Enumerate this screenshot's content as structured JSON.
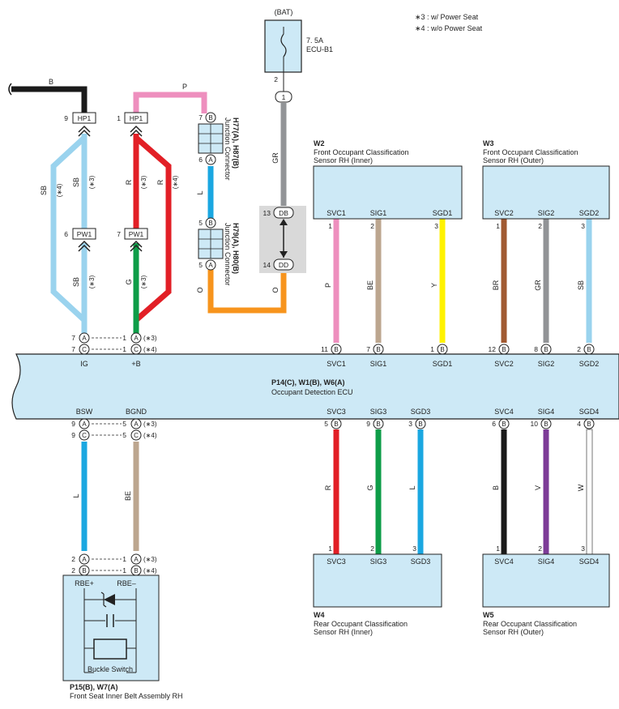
{
  "notes": [
    "∗3 : w/ Power Seat",
    "∗4 : w/o Power Seat"
  ],
  "bat": {
    "label": "(BAT)",
    "fuse_amp": "7. 5A",
    "fuse_name": "ECU-B1",
    "pin_top": "2",
    "pin_conn": "1"
  },
  "hp1": {
    "left_pin": "9",
    "right_pin": "1",
    "label": "HP1"
  },
  "pw1": {
    "left_pin": "6",
    "right_pin": "7",
    "label": "PW1"
  },
  "wires": {
    "B": "B",
    "P": "P",
    "SB": "SB",
    "R": "R",
    "G": "G",
    "L": "L",
    "O": "O",
    "GR": "GR",
    "BE": "BE",
    "Y": "Y",
    "BR": "BR",
    "V": "V",
    "W": "W"
  },
  "marks": {
    "s3": "(∗3)",
    "s4": "(∗4)"
  },
  "jc1": {
    "name": "H77(A), H87(B)",
    "desc": "Junction Connector",
    "pin_top": "7",
    "pin_top_c": "B",
    "pin_bot": "6",
    "pin_bot_c": "A"
  },
  "jc2": {
    "name": "H79(A), H80(B)",
    "desc": "Junction Connector",
    "pin_top": "5",
    "pin_top_c": "B",
    "pin_bot": "5",
    "pin_bot_c": "A"
  },
  "db_conn": {
    "top_pin": "13",
    "top_label": "DB",
    "bot_pin": "14",
    "bot_label": "DD"
  },
  "ecu": {
    "name": "P14(C), W1(B), W6(A)",
    "desc": "Occupant Detection ECU",
    "top_left": [
      {
        "pin": "7",
        "conn": "A",
        "rpin": "1",
        "rconn": "A",
        "mark": "(∗3)"
      },
      {
        "pin": "7",
        "conn": "C",
        "rpin": "1",
        "rconn": "C",
        "mark": "(∗4)"
      }
    ],
    "top_terms": [
      "IG",
      "+B",
      "SVC1",
      "SIG1",
      "SGD1",
      "SVC2",
      "SIG2",
      "SGD2"
    ],
    "top_pins": [
      {
        "pin": "11",
        "conn": "B"
      },
      {
        "pin": "7",
        "conn": "B"
      },
      {
        "pin": "1",
        "conn": "B"
      },
      {
        "pin": "12",
        "conn": "B"
      },
      {
        "pin": "8",
        "conn": "B"
      },
      {
        "pin": "2",
        "conn": "B"
      }
    ],
    "bot_terms": [
      "BSW",
      "BGND",
      "SVC3",
      "SIG3",
      "SGD3",
      "SVC4",
      "SIG4",
      "SGD4"
    ],
    "bot_left": [
      {
        "pin": "9",
        "conn": "A",
        "rpin": "5",
        "rconn": "A",
        "mark": "(∗3)"
      },
      {
        "pin": "9",
        "conn": "C",
        "rpin": "5",
        "rconn": "C",
        "mark": "(∗4)"
      }
    ],
    "bot_pins": [
      {
        "pin": "5",
        "conn": "B"
      },
      {
        "pin": "9",
        "conn": "B"
      },
      {
        "pin": "3",
        "conn": "B"
      },
      {
        "pin": "6",
        "conn": "B"
      },
      {
        "pin": "10",
        "conn": "B"
      },
      {
        "pin": "4",
        "conn": "B"
      }
    ]
  },
  "w2": {
    "id": "W2",
    "name": "Front Occupant Classification",
    "name2": "Sensor RH (Inner)",
    "terms": [
      "SVC1",
      "SIG1",
      "SGD1"
    ],
    "pins": [
      "1",
      "2",
      "3"
    ]
  },
  "w3": {
    "id": "W3",
    "name": "Front Occupant Classification",
    "name2": "Sensor RH (Outer)",
    "terms": [
      "SVC2",
      "SIG2",
      "SGD2"
    ],
    "pins": [
      "1",
      "2",
      "3"
    ]
  },
  "w4": {
    "id": "W4",
    "name": "Rear Occupant Classification",
    "name2": "Sensor RH (Inner)",
    "terms": [
      "SVC3",
      "SIG3",
      "SGD3"
    ],
    "pins": [
      "1",
      "2",
      "3"
    ]
  },
  "w5": {
    "id": "W5",
    "name": "Rear Occupant Classification",
    "name2": "Sensor RH (Outer)",
    "terms": [
      "SVC4",
      "SIG4",
      "SGD4"
    ],
    "pins": [
      "1",
      "2",
      "3"
    ]
  },
  "buckle": {
    "id": "P15(B), W7(A)",
    "name": "Front Seat Inner Belt Assembly RH",
    "rbe_plus": "RBE+",
    "rbe_minus": "RBE–",
    "switch": "Buckle Switch",
    "rows": [
      {
        "pin": "2",
        "conn": "A",
        "rpin": "1",
        "rconn": "A",
        "mark": "(∗3)"
      },
      {
        "pin": "2",
        "conn": "B",
        "rpin": "1",
        "rconn": "B",
        "mark": "(∗4)"
      }
    ]
  },
  "colors": {
    "black": "#1a1a1a",
    "pink": "#ee8fbe",
    "lightblue": "#9ad3ee",
    "red": "#e21f26",
    "green": "#0e9d48",
    "blue": "#1aa7e1",
    "orange": "#f7941d",
    "gray": "#929497",
    "beige": "#bca68f",
    "yellow": "#fff200",
    "brown": "#a15a32",
    "purple": "#7d3c98",
    "box": "#cde9f6",
    "conn_gray": "#d9d9d9"
  }
}
